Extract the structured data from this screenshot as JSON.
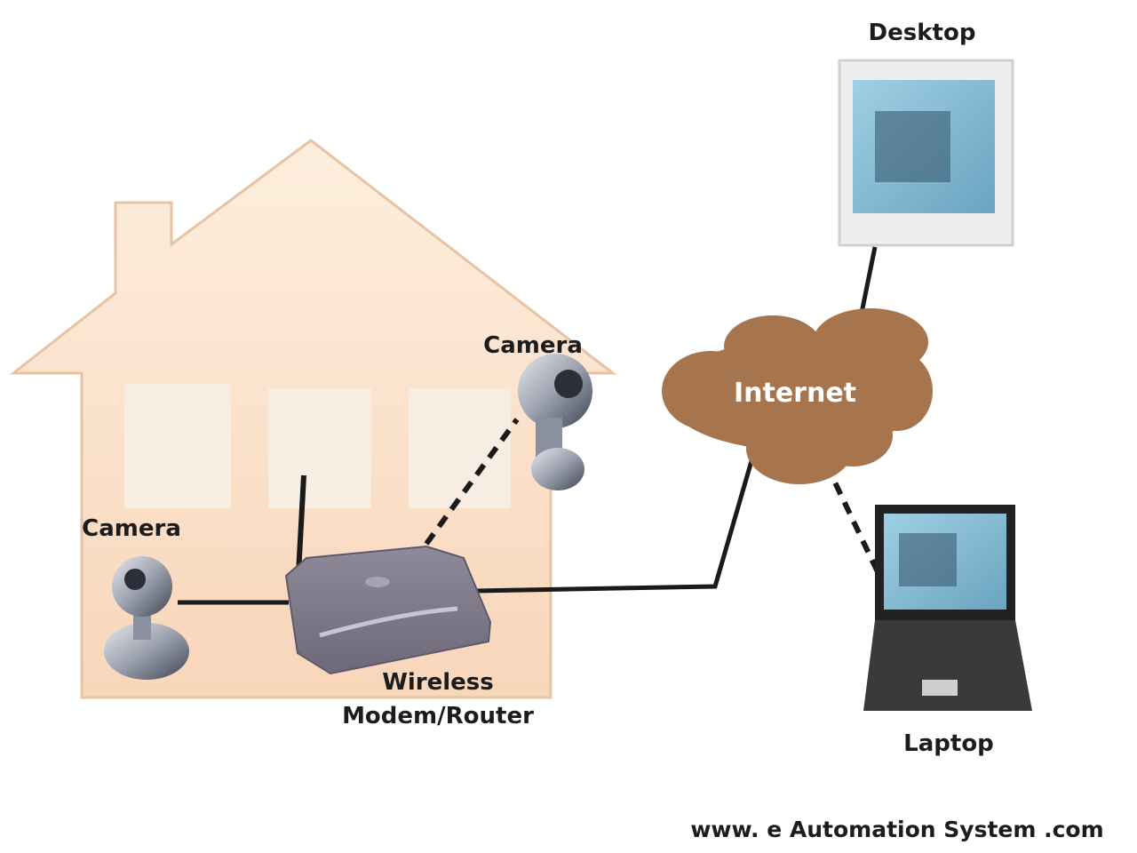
{
  "labels": {
    "desktop": "Desktop",
    "camera_right": "Camera",
    "camera_left": "Camera",
    "internet": "Internet",
    "router_line1": "Wireless",
    "router_line2": "Modem/Router",
    "laptop": "Laptop",
    "footer": "www. e Automation System .com"
  },
  "colors": {
    "house_fill": "#fbe1ca",
    "house_outline": "#e9c4a4",
    "window_fill": "#f8ede2",
    "cloud": "#a6744d",
    "router": "#7f7b8c",
    "screen": "#7fb6cf",
    "link": "#1a1a1a"
  }
}
